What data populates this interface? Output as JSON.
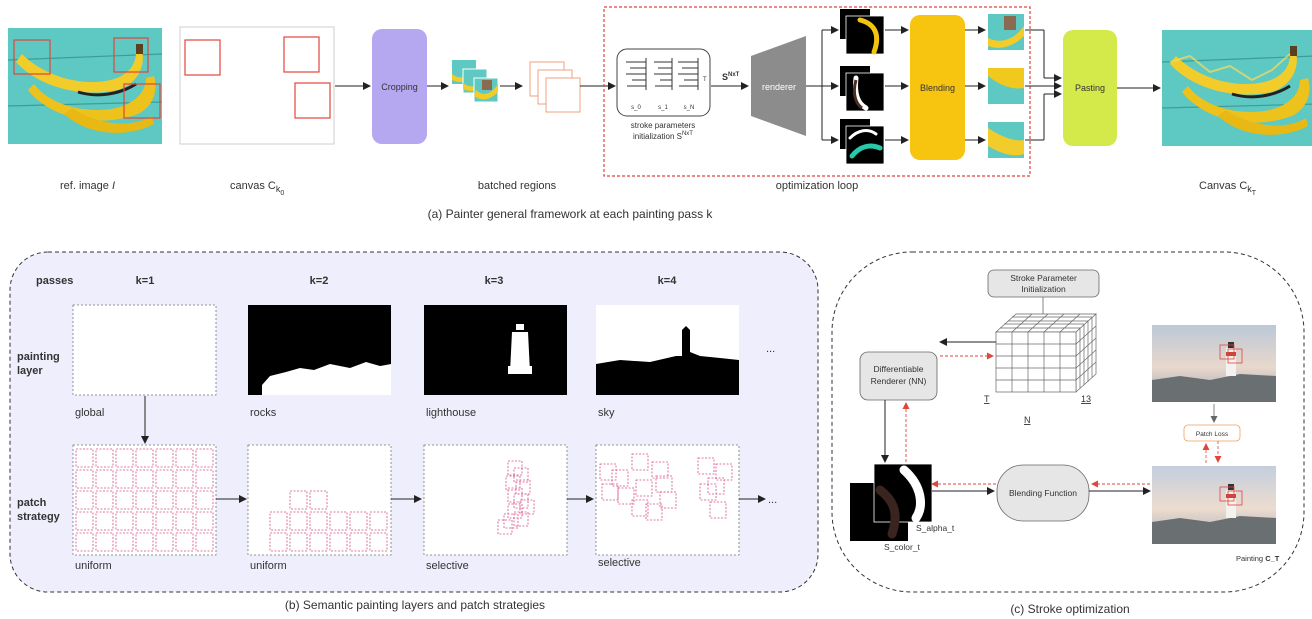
{
  "panel_a": {
    "caption": "(a) Painter general framework at each painting pass k",
    "ref_image_label": "ref. image ",
    "ref_image_label_italic": "I",
    "canvas_label": "canvas C",
    "canvas_sub": "k",
    "canvas_subsub": "0",
    "cropping": "Cropping",
    "batched_regions": "batched regions",
    "stroke_params_line1": "stroke parameters",
    "stroke_params_line2": "initialization S",
    "stroke_params_sup": "NxT",
    "s_label": "S",
    "s_sup": "NxT",
    "s0": "s_0",
    "s1": "s_1",
    "sN": "s_N",
    "T": "T",
    "renderer": "renderer",
    "blending": "Blending",
    "pasting": "Pasting",
    "optimization_loop": "optimization loop",
    "canvas_final_label": "Canvas C",
    "canvas_final_sub": "k",
    "canvas_final_subsub": "T",
    "colors": {
      "cropping": "#b6a8f0",
      "blending": "#f7c40f",
      "pasting": "#d4e94a",
      "red_box": "#e2453c",
      "loop_border": "#e2453c"
    }
  },
  "panel_b": {
    "caption": "(b) Semantic painting layers and patch strategies",
    "row_passes": "passes",
    "row_layer_1": "painting",
    "row_layer_2": "layer",
    "row_patch_1": "patch",
    "row_patch_2": "strategy",
    "passes": [
      {
        "k": "k=1",
        "layer": "global",
        "strategy": "uniform"
      },
      {
        "k": "k=2",
        "layer": "rocks",
        "strategy": "uniform"
      },
      {
        "k": "k=3",
        "layer": "lighthouse",
        "strategy": "selective"
      },
      {
        "k": "k=4",
        "layer": "sky",
        "strategy": "selective"
      }
    ],
    "ellipsis_top": "...",
    "ellipsis_bottom": "...",
    "colors": {
      "background": "#efeefc",
      "patch": "#d64d86"
    }
  },
  "panel_c": {
    "caption": "(c) Stroke optimization",
    "stroke_init_1": "Stroke Parameter",
    "stroke_init_2": "Initialization",
    "renderer_1": "Differentiable",
    "renderer_2": "Renderer (NN)",
    "cube_T": "T",
    "cube_N": "N",
    "cube_13": "13",
    "patch_loss": "Patch Loss",
    "blending_function": "Blending Function",
    "s_alpha": "S_alpha_t",
    "s_color": "S_color_t",
    "painting_prefix": "Painting ",
    "painting_ct": "C_T",
    "colors": {
      "dashed_arrow": "#e2453c",
      "box": "#e6e6e6",
      "patch_loss": "#f0a060"
    }
  }
}
